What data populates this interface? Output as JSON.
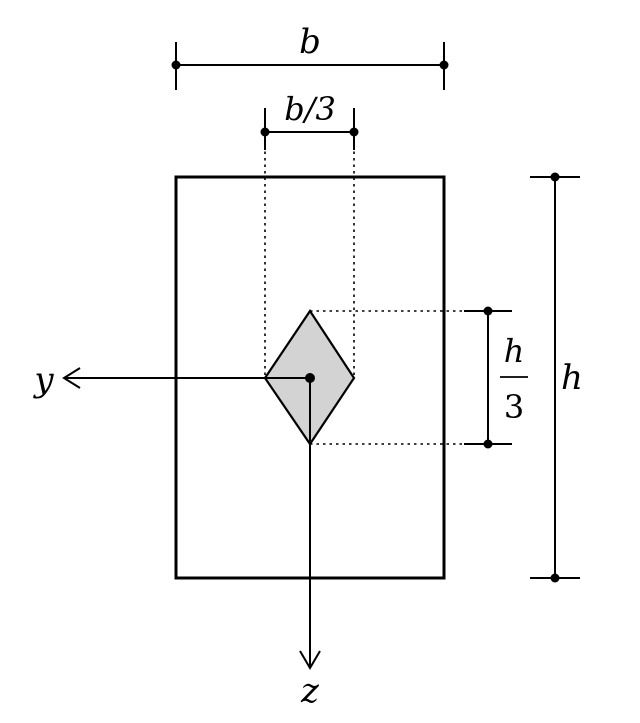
{
  "labels": {
    "width": "b",
    "core_width": "b/3",
    "height": "h",
    "core_height_num": "h",
    "core_height_den": "3",
    "axis_y": "y",
    "axis_z": "z"
  },
  "colors": {
    "line": "#000000",
    "kern_fill": "#d3d3d3",
    "background": "#ffffff"
  }
}
